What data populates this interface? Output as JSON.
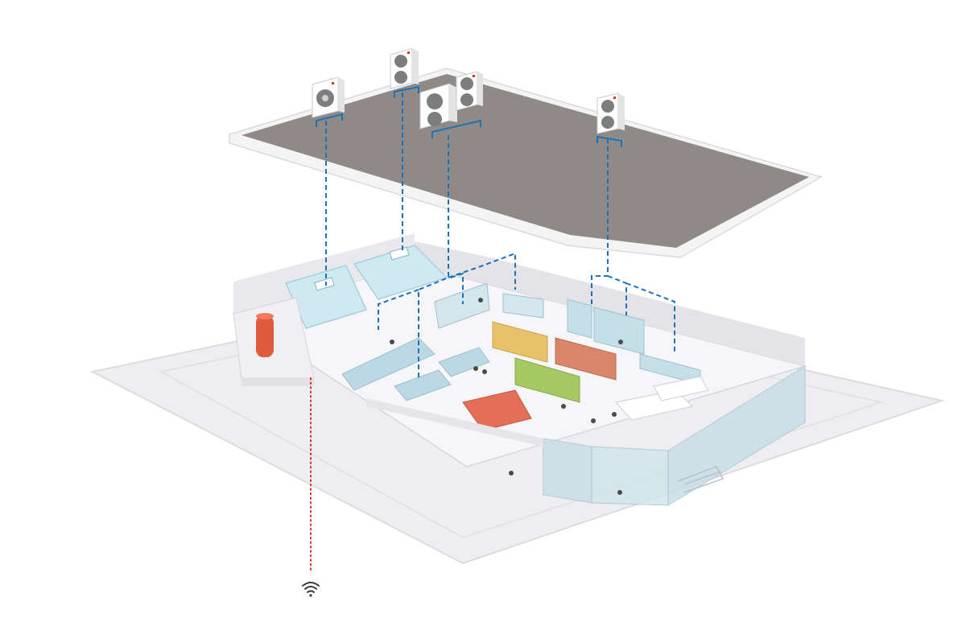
{
  "diagram": {
    "roof_units": [
      {
        "id": "unit-1",
        "kind": "single-fan"
      },
      {
        "id": "unit-2",
        "kind": "double-fan"
      },
      {
        "id": "unit-3",
        "kind": "double-fan-large"
      },
      {
        "id": "unit-4",
        "kind": "double-fan"
      },
      {
        "id": "unit-5",
        "kind": "double-fan"
      }
    ],
    "colors": {
      "ground": "#eeeef0",
      "ground_edge": "#dcdcdf",
      "roof_top": "#8f8a87",
      "roof_edge": "#f4f4f4",
      "floor": "#f5f5f7",
      "wall": "#e6e6ea",
      "cold_room": "#cfe9f2",
      "glass": "#bcd8e2",
      "refrigerant_line": "#1a73b8",
      "signal_line": "#d9302a",
      "boiler": "#e05a3c"
    },
    "icons": {
      "wireless": "wifi-icon"
    }
  }
}
